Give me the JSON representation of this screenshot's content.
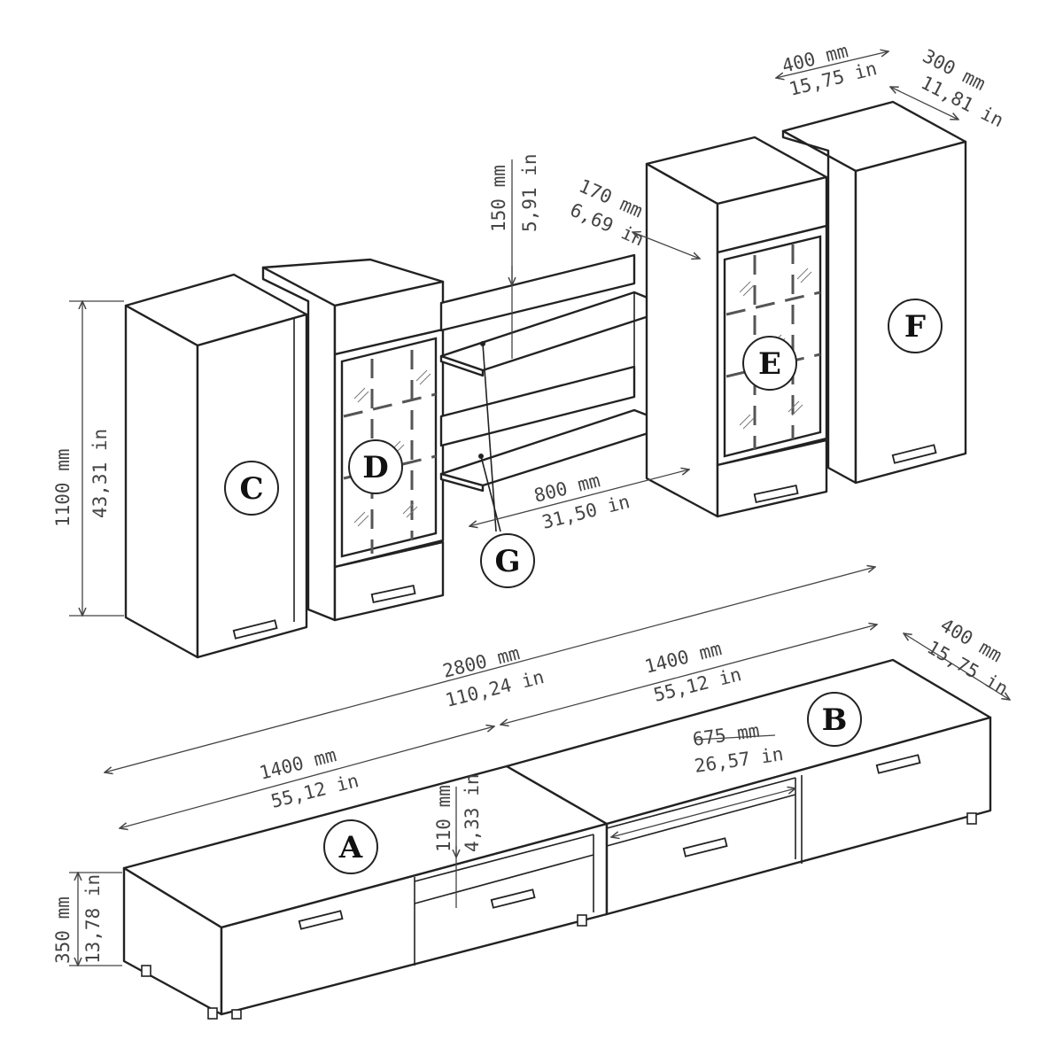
{
  "labels": {
    "A": "A",
    "B": "B",
    "C": "C",
    "D": "D",
    "E": "E",
    "F": "F",
    "G": "G"
  },
  "dimensions": {
    "cabinet_height": {
      "mm": "1100 mm",
      "in": "43,31 in"
    },
    "cabinet_width_top": {
      "mm": "400 mm",
      "in": "15,75 in"
    },
    "cabinet_depth_top": {
      "mm": "300 mm",
      "in": "11,81 in"
    },
    "shelf_spacing": {
      "mm": "150 mm",
      "in": "5,91 in"
    },
    "shelf_depth": {
      "mm": "170 mm",
      "in": "6,69 in"
    },
    "shelf_width": {
      "mm": "800 mm",
      "in": "31,50 in"
    },
    "total_width": {
      "mm": "2800 mm",
      "in": "110,24 in"
    },
    "tv_unit_b_width": {
      "mm": "1400 mm",
      "in": "55,12 in"
    },
    "tv_unit_a_width": {
      "mm": "1400 mm",
      "in": "55,12 in"
    },
    "tv_unit_depth": {
      "mm": "400 mm",
      "in": "15,75 in"
    },
    "opening_width": {
      "mm": "675 mm",
      "in": "26,57 in"
    },
    "opening_height": {
      "mm": "110 mm",
      "in": "4,33 in"
    },
    "tv_unit_height": {
      "mm": "350 mm",
      "in": "13,78 in"
    }
  }
}
